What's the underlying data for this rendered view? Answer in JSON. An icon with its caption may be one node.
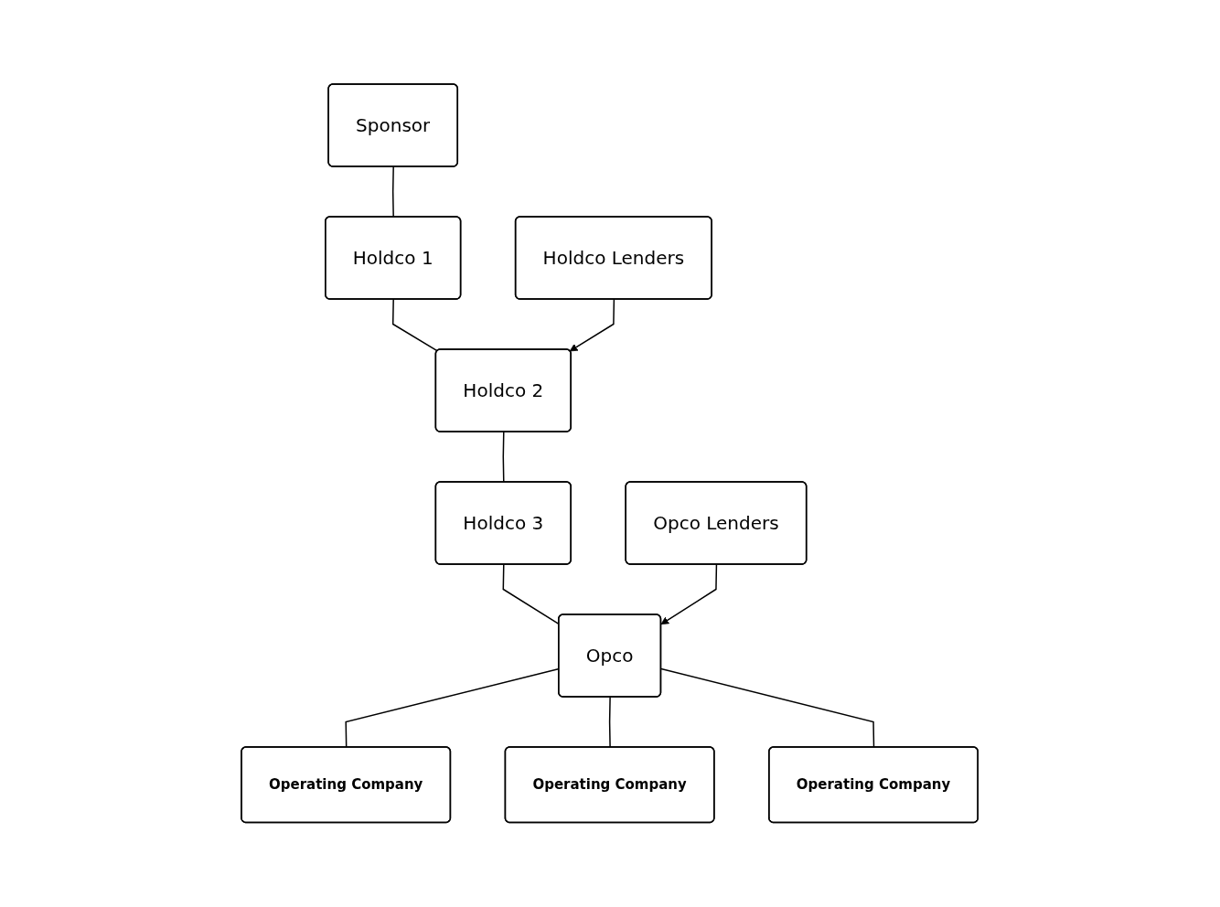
{
  "diagram": {
    "nodes": [
      {
        "text": [
          "Sponsor"
        ]
      },
      {
        "text": [
          "Holdco 1"
        ]
      },
      {
        "text": [
          "Holdco 2"
        ]
      },
      {
        "text": [
          "Holdco Lenders"
        ]
      },
      {
        "text": [
          "Holdco 3"
        ]
      },
      {
        "text": [
          "Opco"
        ]
      },
      {
        "text": [
          "Opco Lenders"
        ]
      },
      {
        "text": [
          "Operating Company"
        ]
      },
      {
        "text": [
          "Operating Company"
        ]
      },
      {
        "text": [
          "Operating Company"
        ]
      }
    ],
    "edges": [
      {
        "from": 0,
        "to": 1,
        "arrow": "none"
      },
      {
        "from": 1,
        "to": 2,
        "arrow": "none"
      },
      {
        "from": 3,
        "to": 2,
        "arrow": "to"
      },
      {
        "from": 2,
        "to": 4,
        "arrow": "none"
      },
      {
        "from": 4,
        "to": 5,
        "arrow": "none"
      },
      {
        "from": 6,
        "to": 5,
        "arrow": "to"
      },
      {
        "from": 5,
        "to": 7,
        "arrow": "none"
      },
      {
        "from": 5,
        "to": 8,
        "arrow": "none"
      },
      {
        "from": 5,
        "to": 9,
        "arrow": "none"
      }
    ]
  }
}
